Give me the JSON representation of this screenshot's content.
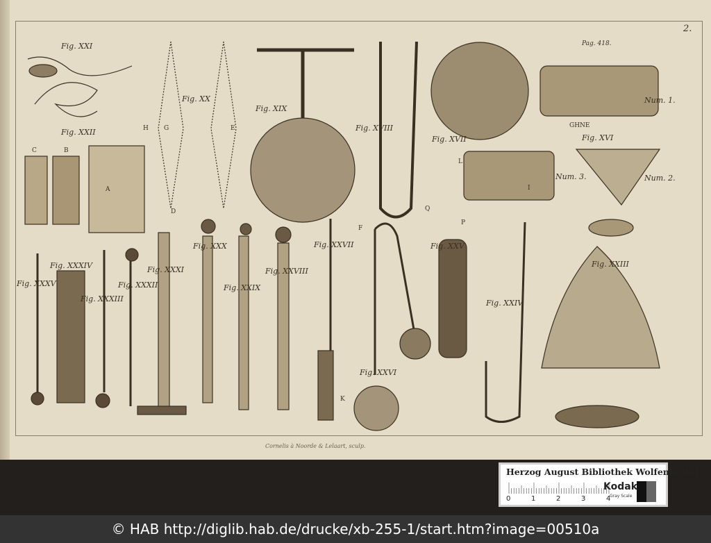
{
  "plate": {
    "page_number": "2.",
    "page_reference": "Pag. 418.",
    "engraver_signature": "Cornelis à Noorde & Lelaart, sculp.",
    "figure_labels": [
      "Fig. XXI",
      "Fig. XX",
      "Fig. XIX",
      "Fig. XVIII",
      "Fig. XVII",
      "Fig. XVI",
      "Fig. XXII",
      "Fig. XXXIV",
      "Fig. XXXV",
      "Fig. XXXIII",
      "Fig. XXXII",
      "Fig. XXXI",
      "Fig. XXX",
      "Fig. XXIX",
      "Fig. XXVIII",
      "Fig. XXVII",
      "Fig. XXVI",
      "Fig. XXV",
      "Fig. XXIV",
      "Fig. XXIII",
      "Num. 1.",
      "Num. 2.",
      "Num. 3."
    ],
    "letter_labels": [
      "A",
      "B",
      "C",
      "D",
      "E",
      "F",
      "G",
      "H",
      "I",
      "L",
      "Q",
      "P",
      "K",
      "GHNE"
    ]
  },
  "library_label": {
    "name": "Herzog August Bibliothek Wolfenbüttel",
    "ruler_numbers": [
      "0",
      "1",
      "2",
      "3",
      "4"
    ],
    "brand": "Kodak",
    "brand_sub": "Gray Scale"
  },
  "footer": {
    "text": "© HAB http://diglib.hab.de/drucke/xb-255-1/start.htm?image=00510a"
  }
}
